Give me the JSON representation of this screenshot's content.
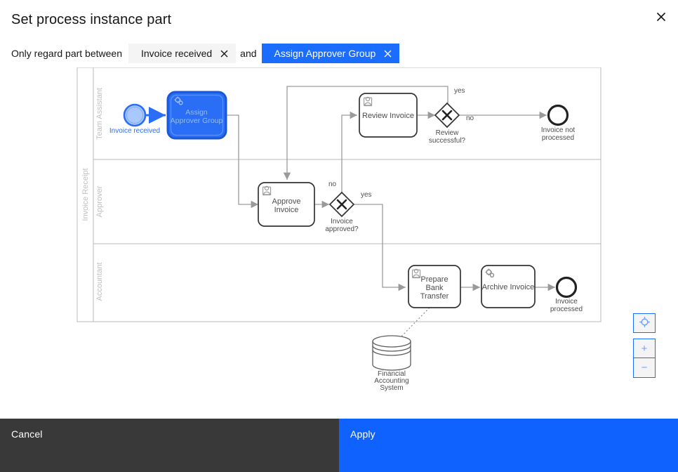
{
  "modal": {
    "title": "Set process instance part",
    "close_icon": "close-icon",
    "cancel_label": "Cancel",
    "apply_label": "Apply"
  },
  "selection": {
    "prefix_label": "Only regard part between",
    "middle_label": "and",
    "chips": [
      {
        "label": "Invoice received",
        "remove_icon": "close-icon",
        "variant": "grey"
      },
      {
        "label": "Assign Approver Group",
        "remove_icon": "close-icon",
        "variant": "blue"
      }
    ]
  },
  "zoom_controls": {
    "reset_icon": "reset-zoom-icon",
    "zoom_in_label": "+",
    "zoom_out_label": "−"
  },
  "colors": {
    "accent_blue": "#0f62fe",
    "chip_blue": "#1a6dff",
    "highlight_fill": "#2a6ef5",
    "highlight_stroke": "#1a56d6",
    "footer_cancel": "#393939",
    "bpmn_stroke": "#4d4d4d",
    "lane_label": "#bfbfbf"
  },
  "diagram": {
    "type": "bpmn",
    "pool": {
      "name": "Invoice Receipt"
    },
    "lanes": [
      {
        "name": "Team Assistant"
      },
      {
        "name": "Approver"
      },
      {
        "name": "Accountant"
      }
    ],
    "elements": [
      {
        "id": "start",
        "type": "start-event",
        "label": "Invoice received",
        "lane": "Team Assistant",
        "highlighted": true
      },
      {
        "id": "assign",
        "type": "service-task",
        "label": "Assign Approver Group",
        "lane": "Team Assistant",
        "highlighted": true
      },
      {
        "id": "review",
        "type": "user-task",
        "label": "Review Invoice",
        "lane": "Team Assistant",
        "highlighted": false
      },
      {
        "id": "gw1",
        "type": "exclusive-gateway",
        "label": "Review successful?",
        "lane": "Team Assistant",
        "highlighted": false
      },
      {
        "id": "end1",
        "type": "end-event",
        "label": "Invoice not processed",
        "lane": "Team Assistant",
        "highlighted": false
      },
      {
        "id": "approve",
        "type": "user-task",
        "label": "Approve Invoice",
        "lane": "Approver",
        "highlighted": false
      },
      {
        "id": "gw2",
        "type": "exclusive-gateway",
        "label": "Invoice approved?",
        "lane": "Approver",
        "highlighted": false
      },
      {
        "id": "prepare",
        "type": "user-task",
        "label": "Prepare Bank Transfer",
        "lane": "Accountant",
        "highlighted": false
      },
      {
        "id": "archive",
        "type": "service-task",
        "label": "Archive Invoice",
        "lane": "Accountant",
        "highlighted": false
      },
      {
        "id": "end2",
        "type": "end-event",
        "label": "Invoice processed",
        "lane": "Accountant",
        "highlighted": false
      },
      {
        "id": "store",
        "type": "data-store",
        "label": "Financial Accounting System",
        "lane": null,
        "highlighted": false
      }
    ],
    "flow_labels": [
      {
        "id": "f-yes-1",
        "text": "yes",
        "near": "gw1"
      },
      {
        "id": "f-no-1",
        "text": "no",
        "near": "gw1"
      },
      {
        "id": "f-no-2",
        "text": "no",
        "near": "gw2"
      },
      {
        "id": "f-yes-2",
        "text": "yes",
        "near": "gw2"
      }
    ],
    "element_labels": {
      "start": "Invoice received",
      "assign_line1": "Assign",
      "assign_line2": "Approver Group",
      "review": "Review Invoice",
      "gw1_line1": "Review",
      "gw1_line2": "successful?",
      "end1_line1": "Invoice not",
      "end1_line2": "processed",
      "approve_line1": "Approve",
      "approve_line2": "Invoice",
      "gw2_line1": "Invoice",
      "gw2_line2": "approved?",
      "prepare_line1": "Prepare",
      "prepare_line2": "Bank",
      "prepare_line3": "Transfer",
      "archive": "Archive Invoice",
      "end2_line1": "Invoice",
      "end2_line2": "processed",
      "store_line1": "Financial",
      "store_line2": "Accounting",
      "store_line3": "System"
    }
  }
}
